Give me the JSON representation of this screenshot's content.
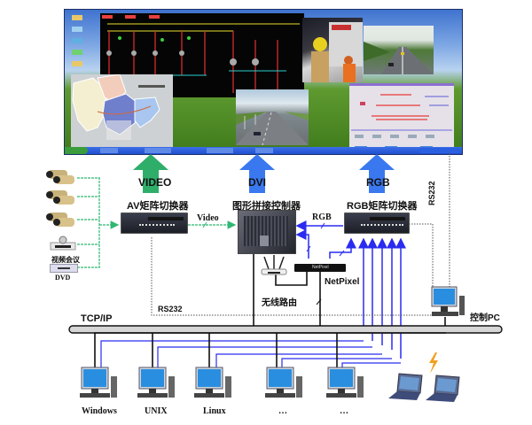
{
  "wall": {
    "windows": [
      {
        "name": "scada-diagram-window",
        "kind": "power-grid-schematic",
        "bg": "#050505"
      },
      {
        "name": "region-map-window",
        "kind": "province-map",
        "bg": "#cfd3d6"
      },
      {
        "name": "highway-photo-window",
        "kind": "photo"
      },
      {
        "name": "workers-photo-window",
        "kind": "photo"
      },
      {
        "name": "road-photo-window",
        "kind": "photo"
      },
      {
        "name": "substation-diagram-window",
        "kind": "substation-schematic",
        "bg": "#e6e1e8"
      }
    ]
  },
  "arrows": [
    {
      "label": "VIDEO",
      "color": "#2fae6a"
    },
    {
      "label": "DVI",
      "color": "#3a78f0"
    },
    {
      "label": "RGB",
      "color": "#3a78f0"
    }
  ],
  "devices": {
    "av_switcher": "AV矩阵切换器",
    "graphics_controller": "图形拼接控制器",
    "rgb_switcher": "RGB矩阵切换器",
    "netpixel": "NetPixel",
    "netpixel_box": "NetPixel",
    "wireless_router": "无线路由",
    "control_pc": "控制PC",
    "video_conf": "视频会议",
    "dvd": "DVD"
  },
  "links": {
    "video": "Video",
    "rgb": "RGB",
    "rs232_bottom": "RS232",
    "rs232_right": "RS232",
    "network": "TCP/IP"
  },
  "workstations": [
    "Windows",
    "UNIX",
    "Linux",
    "…",
    "…"
  ],
  "colors": {
    "video_line": "#2fb872",
    "rgb_line": "#2a2cf0",
    "network_line": "#111111",
    "serial_line": "#555555"
  }
}
